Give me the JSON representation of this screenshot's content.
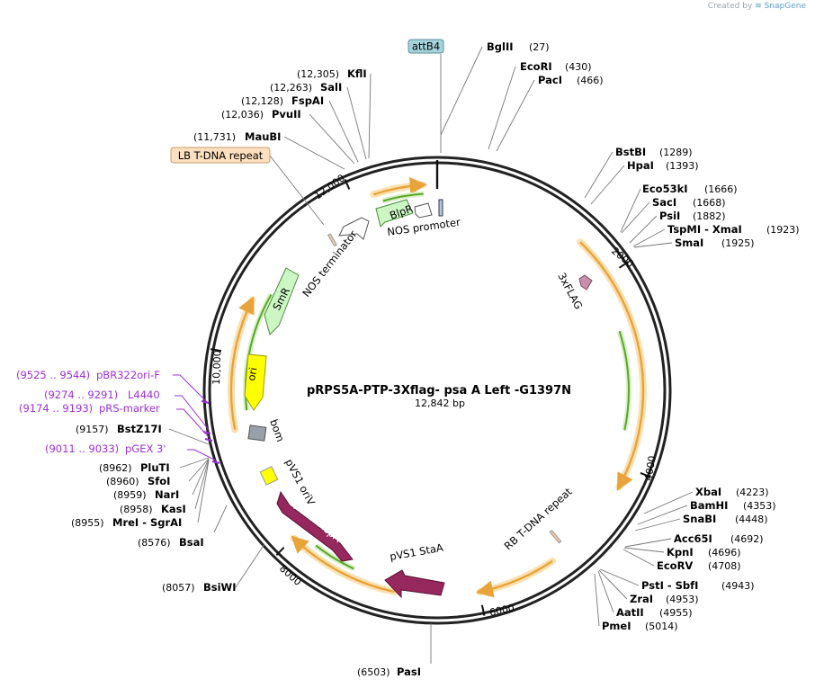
{
  "credit": {
    "prefix": "Created by",
    "brand": "SnapGene"
  },
  "plasmid": {
    "name": "pRPS5A-PTP-3Xflag- psa A Left -G1397N",
    "length_label": "12,842 bp",
    "length_bp": 12842
  },
  "tick_labels": [
    "2000",
    "4000",
    "6000",
    "8000",
    "10,000",
    "12,000"
  ],
  "enzymes": [
    {
      "name": "BglII",
      "pos": "(27)"
    },
    {
      "name": "EcoRI",
      "pos": "(430)"
    },
    {
      "name": "PacI",
      "pos": "(466)"
    },
    {
      "name": "BstBI",
      "pos": "(1289)"
    },
    {
      "name": "HpaI",
      "pos": "(1393)"
    },
    {
      "name": "Eco53kI",
      "pos": "(1666)"
    },
    {
      "name": "SacI",
      "pos": "(1668)"
    },
    {
      "name": "PsiI",
      "pos": "(1882)"
    },
    {
      "name": "TspMI - XmaI",
      "pos": "(1923)"
    },
    {
      "name": "SmaI",
      "pos": "(1925)"
    },
    {
      "name": "XbaI",
      "pos": "(4223)"
    },
    {
      "name": "BamHI",
      "pos": "(4353)"
    },
    {
      "name": "SnaBI",
      "pos": "(4448)"
    },
    {
      "name": "Acc65I",
      "pos": "(4692)"
    },
    {
      "name": "KpnI",
      "pos": "(4696)"
    },
    {
      "name": "EcoRV",
      "pos": "(4708)"
    },
    {
      "name": "PstI - SbfI",
      "pos": "(4943)"
    },
    {
      "name": "ZraI",
      "pos": "(4953)"
    },
    {
      "name": "AatII",
      "pos": "(4955)"
    },
    {
      "name": "PmeI",
      "pos": "(5014)"
    },
    {
      "name": "PasI",
      "pos": "(6503)"
    },
    {
      "name": "BsiWI",
      "pos": "(8057)"
    },
    {
      "name": "BsaI",
      "pos": "(8576)"
    },
    {
      "name": "MreI - SgrAI",
      "pos": "(8955)"
    },
    {
      "name": "KasI",
      "pos": "(8958)"
    },
    {
      "name": "NarI",
      "pos": "(8959)"
    },
    {
      "name": "SfoI",
      "pos": "(8960)"
    },
    {
      "name": "PluTI",
      "pos": "(8962)"
    },
    {
      "name": "BstZ17I",
      "pos": "(9157)"
    },
    {
      "name": "MauBI",
      "pos": "(11,731)"
    },
    {
      "name": "PvuII",
      "pos": "(12,036)"
    },
    {
      "name": "FspAI",
      "pos": "(12,128)"
    },
    {
      "name": "SalI",
      "pos": "(12,263)"
    },
    {
      "name": "KflI",
      "pos": "(12,305)"
    }
  ],
  "primers": [
    {
      "range": "(9525 .. 9544)",
      "name": "pBR322ori-F"
    },
    {
      "range": "(9274 .. 9291)",
      "name": "L4440"
    },
    {
      "range": "(9174 .. 9193)",
      "name": "pRS-marker"
    },
    {
      "range": "(9011 .. 9033)",
      "name": "pGEX 3'"
    }
  ],
  "boxed_features": [
    {
      "name": "attB4"
    },
    {
      "name": "LB T-DNA repeat"
    }
  ],
  "features": [
    {
      "name": "BlpR"
    },
    {
      "name": "NOS promoter"
    },
    {
      "name": "NOS terminator"
    },
    {
      "name": "SmR"
    },
    {
      "name": "ori"
    },
    {
      "name": "bom"
    },
    {
      "name": "pVS1 oriV"
    },
    {
      "name": "pVS1 RepA"
    },
    {
      "name": "pVS1 StaA"
    },
    {
      "name": "RB T-DNA repeat"
    },
    {
      "name": "3xFLAG"
    }
  ],
  "colors": {
    "backbone": "#222222",
    "orf_arrow": "#e8a33a",
    "orf_glow": "#fbe1b0",
    "orf_inner": "#5aa629",
    "marker": "#ccf7c4",
    "ori": "#ffff00",
    "repa": "#96285e",
    "primer": "#9b2fd3",
    "attb": "#a6d4dc",
    "ltdna": "#fde0bf",
    "flag": "#c98faa",
    "bom": "#9aa0a8",
    "promoter_box": "#b0c8dc"
  }
}
